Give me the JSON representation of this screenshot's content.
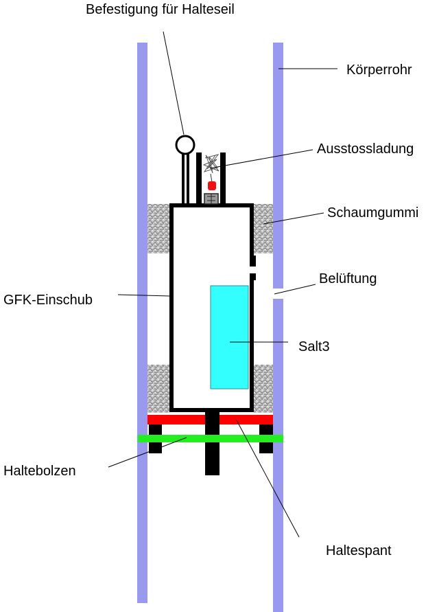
{
  "labels": {
    "befestigung": "Befestigung für Halteseil",
    "koerperrohr": "Körperrohr",
    "ausstossladung": "Ausstossladung",
    "schaumgummi": "Schaumgummi",
    "belueftung": "Belüftung",
    "gfk_einschub": "GFK-Einschub",
    "salt3": "Salt3",
    "haltebolzen": "Haltebolzen",
    "haltespant": "Haltespant"
  },
  "colors": {
    "tube": "#9999ee",
    "structure": "#000000",
    "foam": "#b8b8b8",
    "charge": "#ee1111",
    "payload": "#33ffff",
    "bulkhead": "#ff0000",
    "bolt": "#22ee22"
  }
}
